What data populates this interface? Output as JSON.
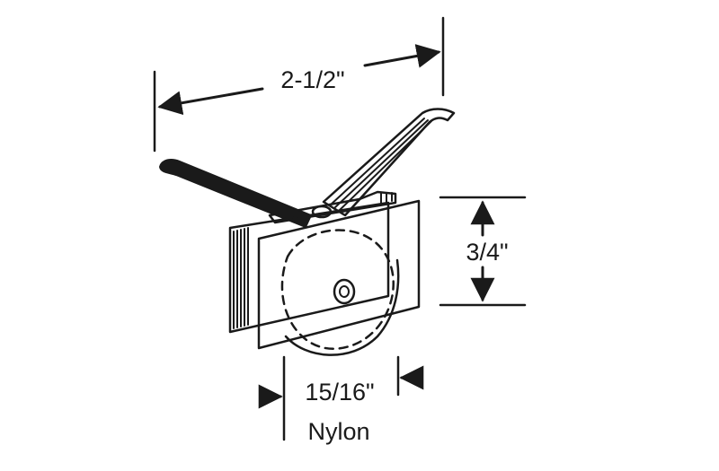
{
  "diagram": {
    "dimensions": {
      "overall_length": "2-1/2\"",
      "height": "3/4\"",
      "wheel_diameter": "15/16\"",
      "wheel_material": "Nylon"
    },
    "colors": {
      "line": "#1a1a1a",
      "fill": "#ffffff"
    }
  }
}
